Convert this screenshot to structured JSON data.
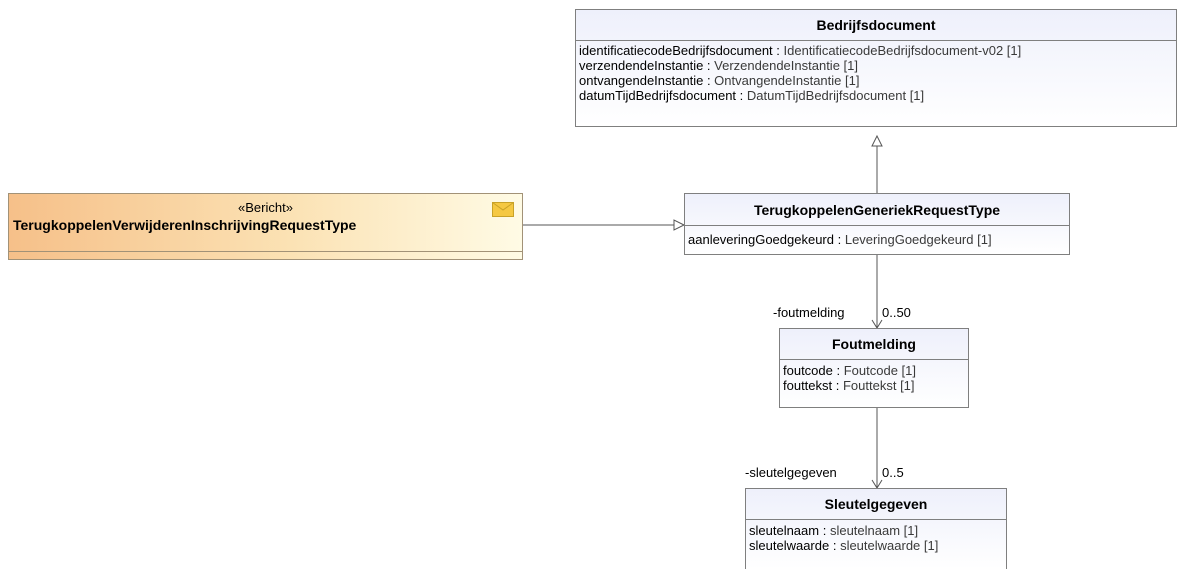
{
  "classes": {
    "bedrijfsdocument": {
      "name": "Bedrijfsdocument",
      "attributes": [
        {
          "name": "identificatiecodeBedrijfsdocument",
          "type": "IdentificatiecodeBedrijfsdocument-v02 [1]"
        },
        {
          "name": "verzendendeInstantie",
          "type": "VerzendendeInstantie [1]"
        },
        {
          "name": "ontvangendeInstantie",
          "type": "OntvangendeInstantie [1]"
        },
        {
          "name": "datumTijdBedrijfsdocument",
          "type": "DatumTijdBedrijfsdocument [1]"
        }
      ]
    },
    "bericht": {
      "stereotype": "«Bericht»",
      "name": "TerugkoppelenVerwijderenInschrijvingRequestType",
      "icon": "envelope-icon"
    },
    "generiek": {
      "name": "TerugkoppelenGeneriekRequestType",
      "attributes": [
        {
          "name": "aanleveringGoedgekeurd",
          "type": "LeveringGoedgekeurd [1]"
        }
      ]
    },
    "foutmelding": {
      "name": "Foutmelding",
      "attributes": [
        {
          "name": "foutcode",
          "type": "Foutcode [1]"
        },
        {
          "name": "fouttekst",
          "type": "Fouttekst [1]"
        }
      ]
    },
    "sleutelgegeven": {
      "name": "Sleutelgegeven",
      "attributes": [
        {
          "name": "sleutelnaam",
          "type": "sleutelnaam [1]"
        },
        {
          "name": "sleutelwaarde",
          "type": "sleutelwaarde [1]"
        }
      ]
    }
  },
  "associations": {
    "foutmelding": {
      "role": "-foutmelding",
      "multiplicity": "0..50"
    },
    "sleutelgegeven": {
      "role": "-sleutelgegeven",
      "multiplicity": "0..5"
    }
  },
  "colors": {
    "class_header": "#eef0fb",
    "bericht_start": "#f6c089",
    "bericht_end": "#fffbe5",
    "border": "#7f7f7f",
    "envelope": "#f5c842"
  }
}
